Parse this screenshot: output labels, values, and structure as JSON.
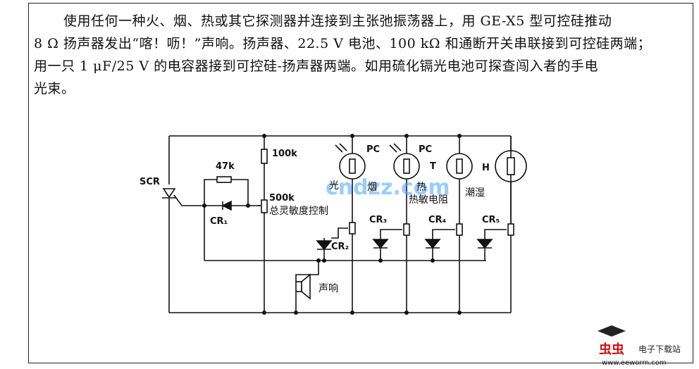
{
  "description": {
    "line1": "使用任何一种火、烟、热或其它探测器并连接到主张弛振荡器上，用 GE-X5 型可控硅推动",
    "line2": "8 Ω 扬声器发出“喀！呖！”声响。扬声器、22.5 V 电池、100 kΩ 和通断开关串联接到可控硅两端；",
    "line3": "用一只 1 μF/25 V 的电容器接到可控硅-扬声器两端。如用硫化镉光电池可探查闯入者的手电",
    "line4": "光束。"
  },
  "labels": {
    "scr": "SCR",
    "r47k": "47k",
    "cr1": "CR₁",
    "r100k": "100k",
    "r500k": "500k",
    "sensitivity": "总灵敏度控制",
    "pc1": "PC",
    "pc2": "PC",
    "t": "T",
    "h": "H",
    "light": "光",
    "smoke": "烟",
    "heat": "热",
    "thermistor": "热敏电阻",
    "humidity": "潮湿",
    "cr2": "CR₂",
    "cr3": "CR₃",
    "cr4": "CR₄",
    "cr5": "CR₅",
    "speaker": "声响"
  },
  "watermark": "cndzz.com",
  "logo": {
    "text": "电子下载站",
    "url": "www.eeworm.com"
  }
}
